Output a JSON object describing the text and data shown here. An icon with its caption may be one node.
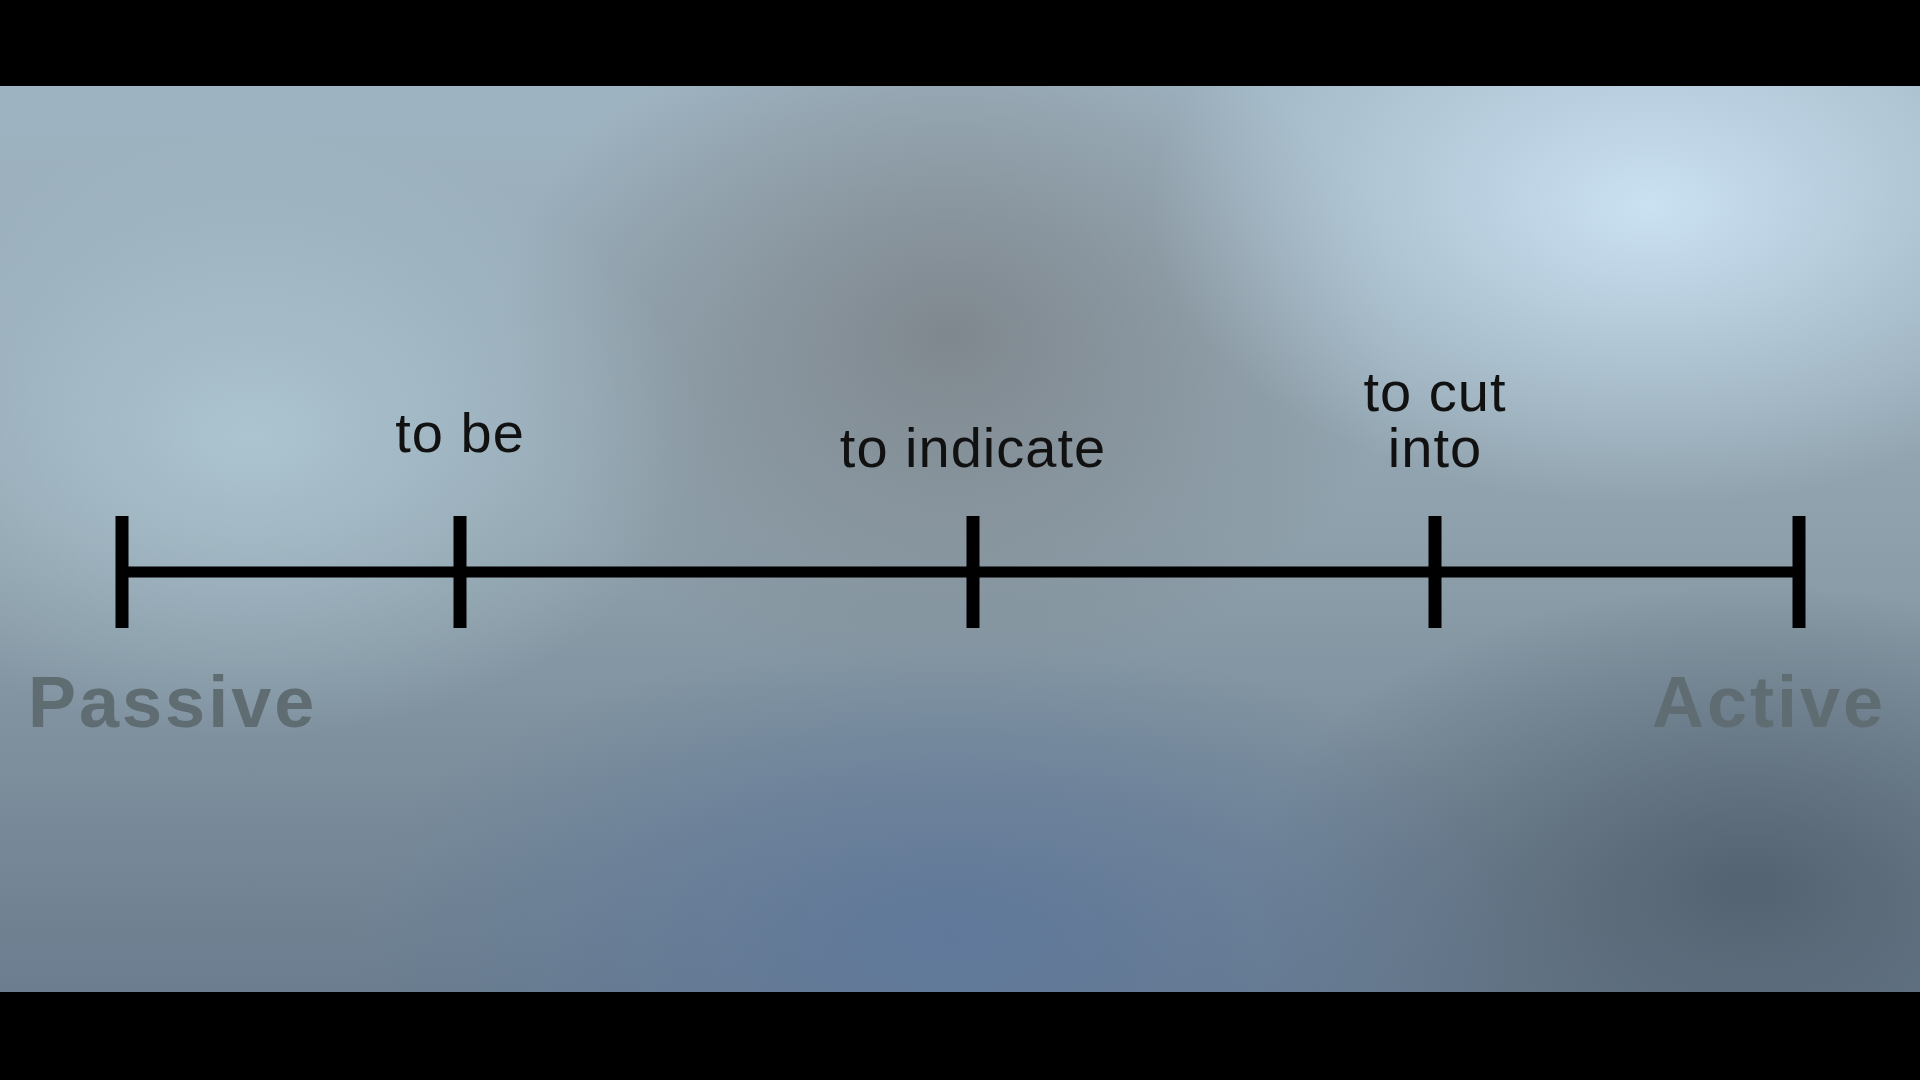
{
  "diagram": {
    "labels": [
      "to be",
      "to indicate",
      "to cut into",
      "Passive",
      "Active"
    ]
  }
}
